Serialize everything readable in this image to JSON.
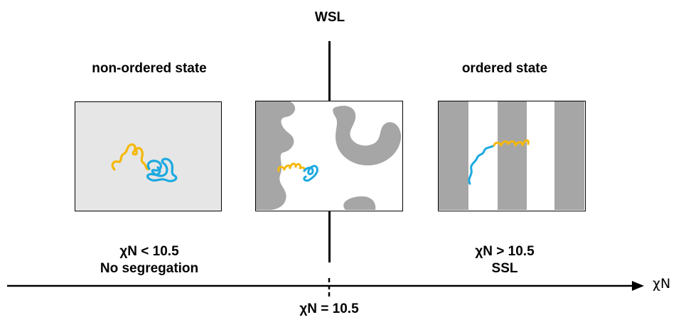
{
  "header": {
    "wsl_label": "WSL"
  },
  "left": {
    "title": "non-ordered state",
    "condition": "χN < 10.5",
    "regime": "No segregation"
  },
  "right": {
    "title": "ordered state",
    "condition": "χN > 10.5",
    "regime": "SSL"
  },
  "axis": {
    "label": "χN",
    "threshold_label": "χN = 10.5"
  },
  "colors": {
    "panel_fill": "#e6e6e6",
    "domain_gray": "#a6a6a6",
    "chain_yellow": "#f5b80a",
    "chain_blue": "#1ba9e0",
    "line": "#000000"
  }
}
